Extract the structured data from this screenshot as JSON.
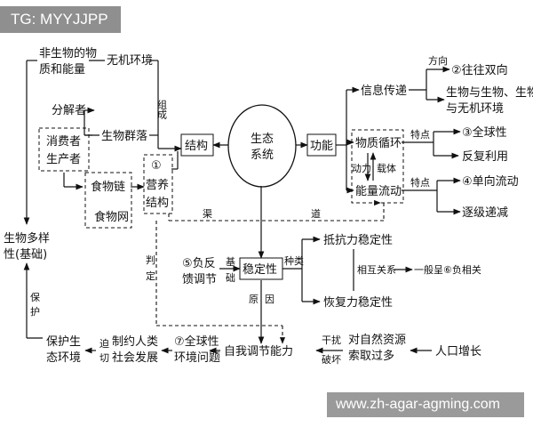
{
  "watermark": "TG: MYYJJPP",
  "site_url": "www.zh-agar-agming.com",
  "nodes": {
    "abiotic_1": "非生物的物",
    "abiotic_2": "质和能量",
    "inorganic_env": "无机环境",
    "composition": "组成",
    "decomposer": "分解者",
    "consumer": "消费者",
    "producer": "生产者",
    "community": "生物群落",
    "food_chain": "食物链",
    "food_web": "食物网",
    "trophic_1": "①",
    "trophic_2": "营养",
    "trophic_3": "结构",
    "structure": "结构",
    "ecosystem_1": "生态",
    "ecosystem_2": "系统",
    "function": "功能",
    "info_transfer": "信息传递",
    "direction": "方向",
    "bidirectional": "②往往双向",
    "bio_bio_1": "生物与生物、生物",
    "bio_bio_2": "与无机环境",
    "material_cycle": "物质循环",
    "energy_flow": "能量流动",
    "power": "动力",
    "carrier": "载体",
    "feature_1": "特点",
    "global": "③全球性",
    "recycle": "反复利用",
    "feature_2": "特点",
    "one_way": "④单向流动",
    "decrease": "逐级递减",
    "channel_1": "渠",
    "channel_2": "道",
    "biodiversity_1": "生物多样",
    "biodiversity_2": "性(基础)",
    "judge_1": "判",
    "judge_2": "定",
    "neg_feedback_1": "⑤负反",
    "neg_feedback_2": "馈调节",
    "basis_1": "基",
    "basis_2": "础",
    "stability": "稳定性",
    "types": "种类",
    "resist_stability": "抵抗力稳定性",
    "correlation": "相互关系",
    "generally": "一般呈⑥负相关",
    "recover_stability": "恢复力稳定性",
    "reason_1": "原",
    "reason_2": "因",
    "protect_1": "保",
    "protect_2": "护",
    "protect_env_1": "保护生",
    "protect_env_2": "态环境",
    "urgent_1": "迫",
    "urgent_2": "切",
    "constrain_1": "制约人类",
    "constrain_2": "社会发展",
    "global_issue_1": "⑦全球性",
    "global_issue_2": "环境问题",
    "self_regulation": "自我调节能力",
    "interfere": "干扰",
    "destroy": "破坏",
    "overuse_1": "对自然资源",
    "overuse_2": "索取过多",
    "population": "人口增长"
  }
}
